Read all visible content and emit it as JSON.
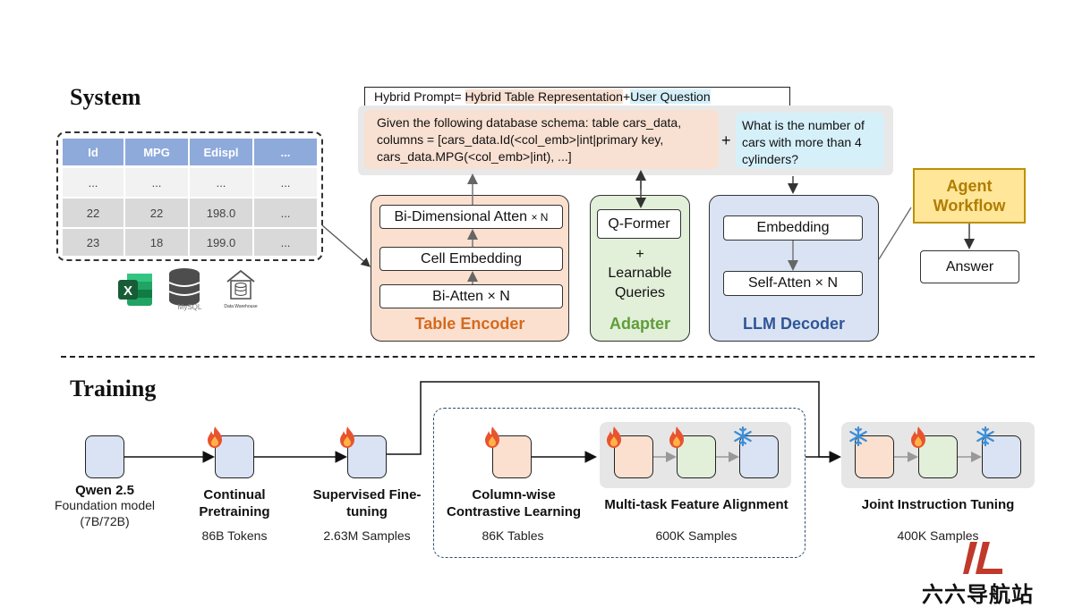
{
  "system": {
    "title": "System",
    "table": {
      "headers": [
        "Id",
        "MPG",
        "Edispl",
        "..."
      ],
      "rows": [
        [
          "...",
          "...",
          "...",
          "..."
        ],
        [
          "22",
          "22",
          "198.0",
          "..."
        ],
        [
          "23",
          "18",
          "199.0",
          "..."
        ]
      ]
    },
    "source_icons": {
      "excel": "X",
      "mysql": "MySQL",
      "warehouse": "Data Warehouse"
    },
    "prompt": {
      "header": "Hybrid Prompt= ",
      "header_part1": "Hybrid Table Representation",
      "header_plus": "+",
      "header_part2": "User Question",
      "schema_text": "Given the following database schema: table cars_data, columns = [cars_data.Id(<col_emb>|int|primary key, cars_data.MPG(<col_emb>|int), ...]",
      "plus": "+",
      "question_text": "What is the number of cars with more than 4 cylinders?"
    },
    "table_encoder": {
      "title": "Table Encoder",
      "layer1": "Bi-Dimensional Atten",
      "layer1_suffix": "× N",
      "layer2": "Cell Embedding",
      "layer3": "Bi-Atten × N"
    },
    "adapter": {
      "title": "Adapter",
      "qformer": "Q-Former",
      "plus": "+",
      "queries": "Learnable Queries"
    },
    "llm_decoder": {
      "title": "LLM Decoder",
      "embedding": "Embedding",
      "self_atten": "Self-Atten × N"
    },
    "agent": {
      "title": "Agent Workflow",
      "answer": "Answer"
    }
  },
  "training": {
    "title": "Training",
    "stages": [
      {
        "title": "Qwen 2.5",
        "sub": "Foundation model (7B/72B)"
      },
      {
        "title": "Continual Pretraining",
        "sub": "86B Tokens"
      },
      {
        "title": "Supervised Fine-tuning",
        "sub": "2.63M Samples"
      },
      {
        "title": "Column-wise Contrastive Learning",
        "sub": "86K Tables"
      },
      {
        "title": "Multi-task Feature Alignment",
        "sub": "600K Samples"
      },
      {
        "title": "Joint Instruction Tuning",
        "sub": "400K Samples"
      }
    ]
  },
  "watermark": {
    "text": "六六导航站"
  },
  "colors": {
    "table_header": "#8eaadb",
    "encoder_fill": "#fbe0d0",
    "encoder_border": "#333333",
    "encoder_title": "#d46a1e",
    "adapter_fill": "#e2efd9",
    "adapter_title": "#5f9e3a",
    "decoder_fill": "#dae3f3",
    "decoder_title": "#2f5597",
    "agent_fill": "#ffe699",
    "agent_border": "#bf9000",
    "agent_title": "#b07d00",
    "prompt_bg": "#e8e8e8",
    "schema_fill": "#f8e0d2",
    "question_fill": "#d6f0fa",
    "stage_blue": "#dae3f3",
    "stage_orange": "#fbe0d0",
    "stage_green": "#e2efd9",
    "watermark": "#c0392b"
  }
}
